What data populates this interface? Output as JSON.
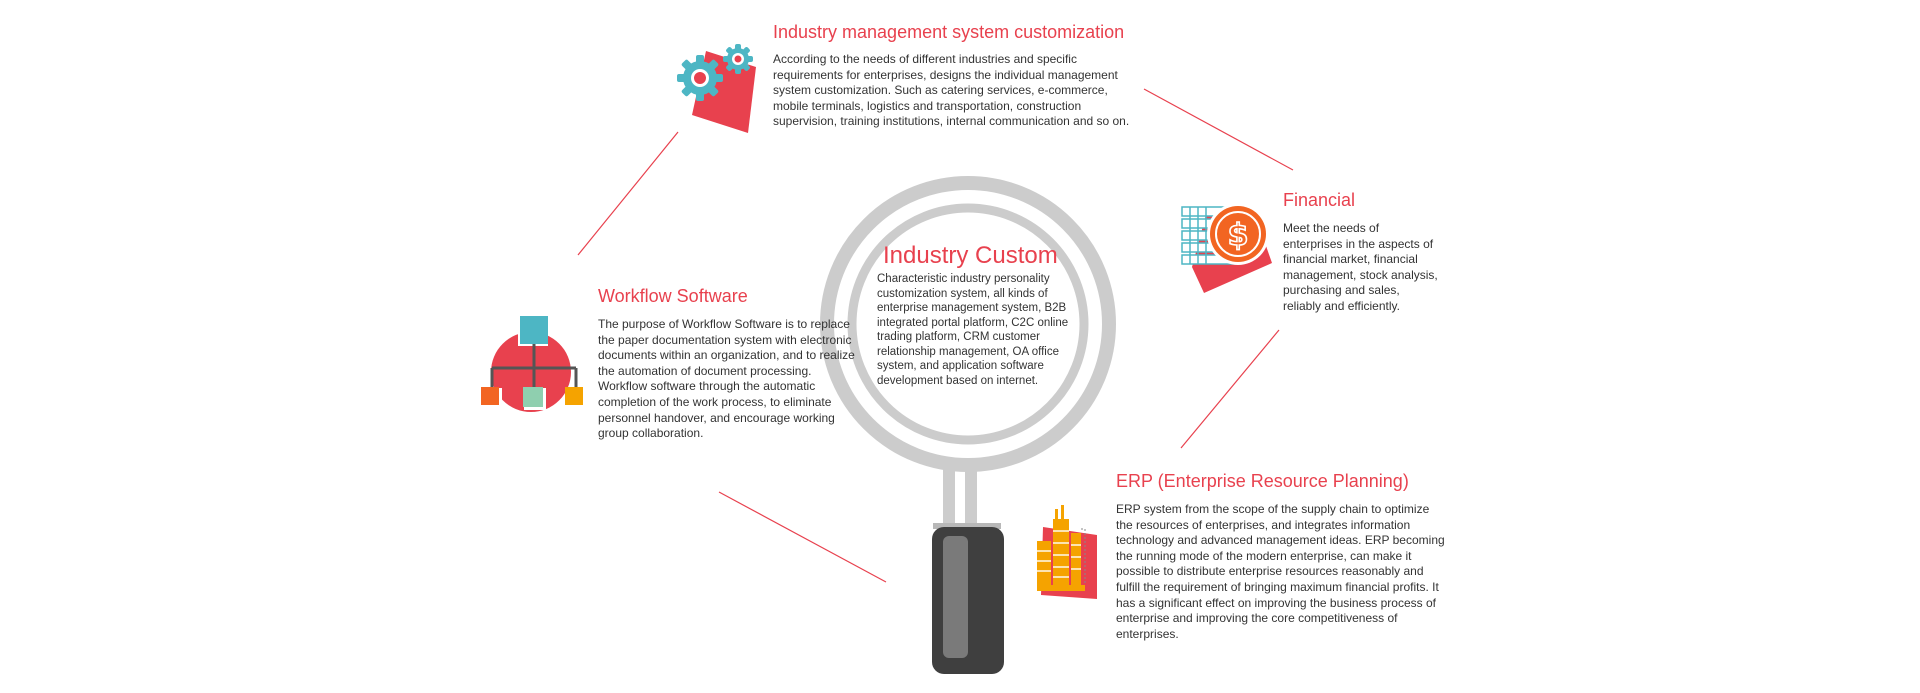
{
  "colors": {
    "accent": "#e8414e",
    "teal": "#4db6c4",
    "orange": "#f5a300",
    "dark_orange": "#f26522",
    "mint": "#8fcfaf",
    "ring_gray": "#cccccc",
    "handle_dark": "#3f3f3f",
    "handle_light": "#7a7a7a",
    "text": "#333333"
  },
  "center": {
    "title": "Industry Custom",
    "body": "Characteristic industry personality customization system, all kinds of enterprise management system, B2B integrated portal platform, C2C online trading platform, CRM customer relationship management, OA office system, and application software development based on internet."
  },
  "sections": {
    "customization": {
      "icon": "gears-icon",
      "title": "Industry management system customization",
      "body": "According to the needs of different industries and specific requirements for enterprises, designs the individual management system customization. Such as catering services, e-commerce, mobile terminals, logistics and transportation, construction supervision, training institutions, internal communication and so on."
    },
    "financial": {
      "icon": "dollar-coin-icon",
      "title": "Financial",
      "body": "Meet the needs of enterprises in the aspects of financial market, financial management, stock analysis, purchasing and sales, reliably and efficiently."
    },
    "workflow": {
      "icon": "flowchart-icon",
      "title": "Workflow Software",
      "body": "The purpose of Workflow Software is to replace the paper documentation system with electronic documents within an organization, and to realize the automation of document processing. Workflow software through the automatic completion of the work process, to eliminate personnel handover, and encourage working group collaboration."
    },
    "erp": {
      "icon": "buildings-icon",
      "title": "ERP (Enterprise Resource Planning)",
      "body": "ERP system from the scope of the supply chain to optimize the resources of enterprises, and integrates information technology and advanced management ideas. ERP becoming the running mode of the modern enterprise, can make it possible to distribute enterprise resources reasonably and fulfill the requirement of bringing maximum financial profits. It has a significant effect on improving the business process of enterprise and improving the core competitiveness of enterprises."
    }
  }
}
